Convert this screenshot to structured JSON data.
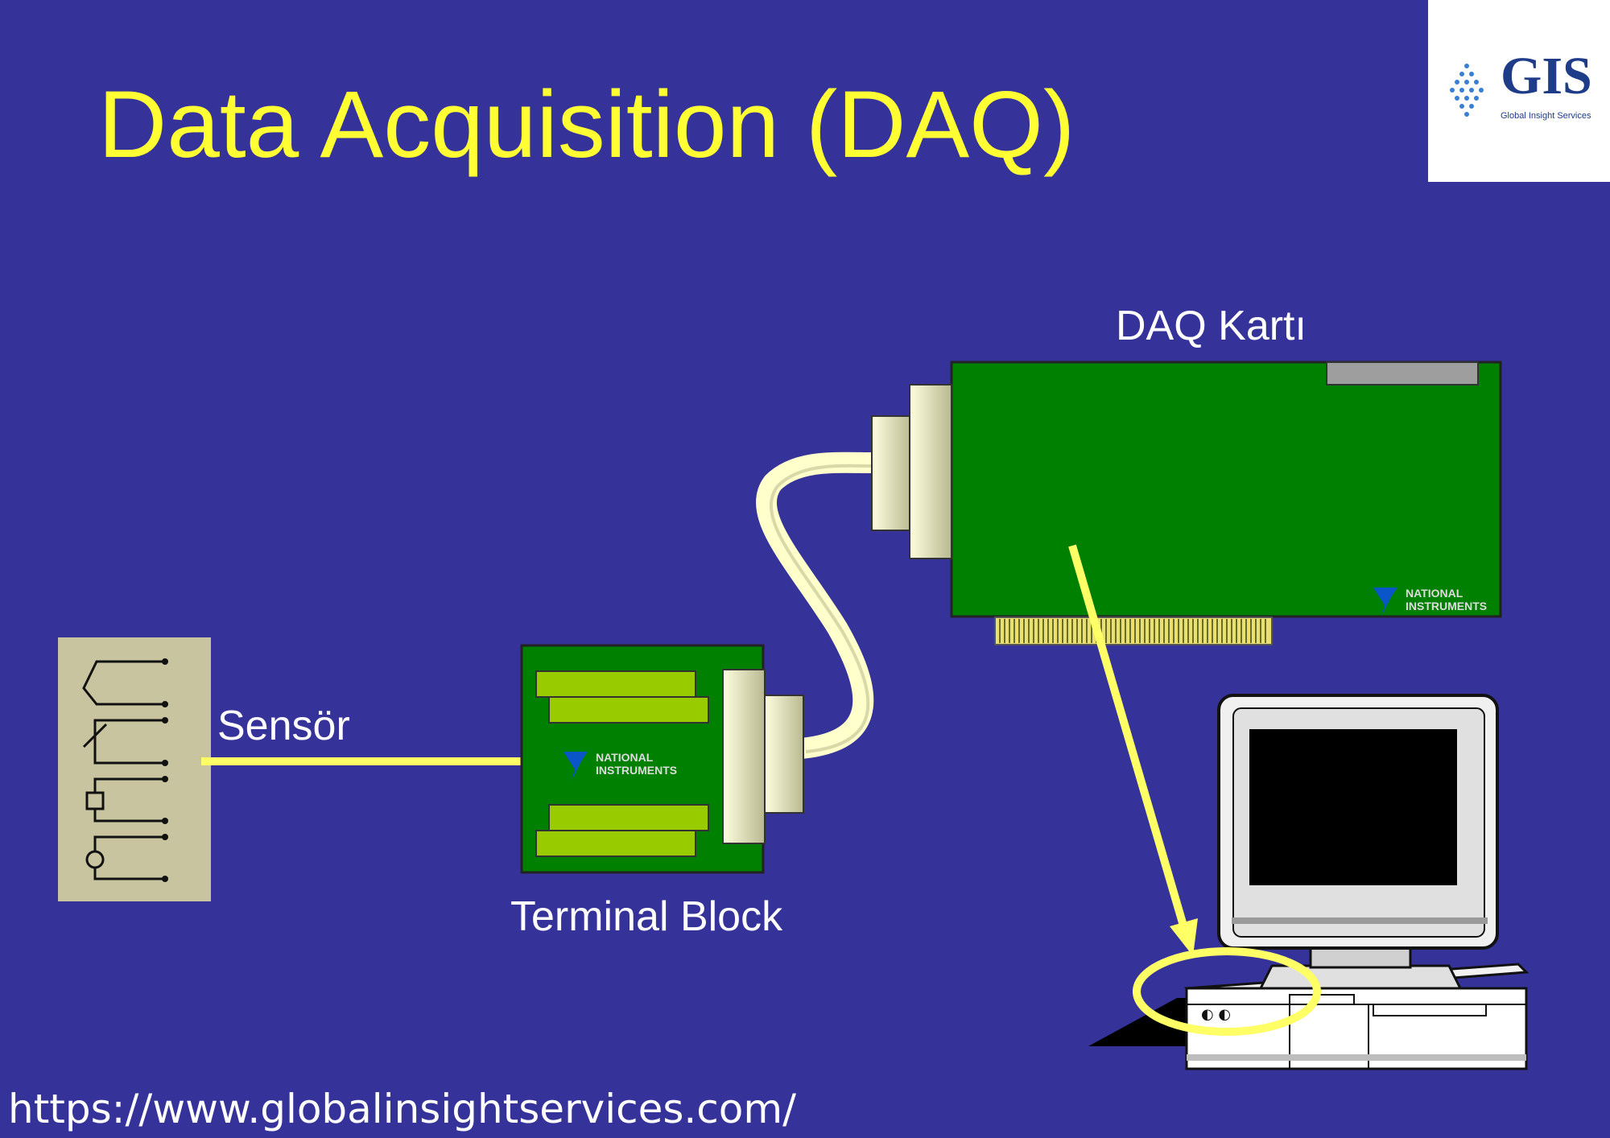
{
  "title": "Data Acquisition (DAQ)",
  "logo": {
    "name": "GIS",
    "tagline": "Global Insight Services"
  },
  "labels": {
    "daq_card": "DAQ Kartı",
    "sensor": "Sensör",
    "terminal_block": "Terminal Block"
  },
  "brand_marks": {
    "line1": "NATIONAL",
    "line2": "INSTRUMENTS"
  },
  "footer_url": "https://www.globalinsightservices.com/",
  "colors": {
    "background": "#353399",
    "title": "#FFFF33",
    "arrow": "#FFFF66",
    "board_green": "#008000",
    "connector": "#F2F2C8"
  }
}
